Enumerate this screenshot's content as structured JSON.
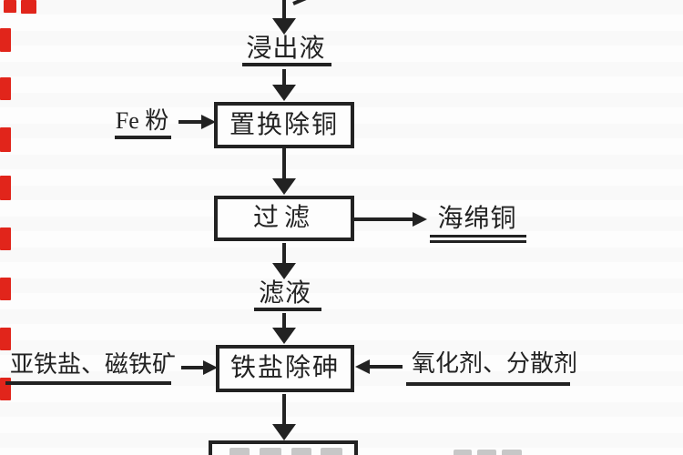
{
  "diagram": {
    "type": "flowchart",
    "nodes": {
      "displacement": {
        "label": "置换除铜"
      },
      "filtration": {
        "label": "过滤"
      },
      "arsenic_removal": {
        "label": "铁盐除砷"
      }
    },
    "stream_labels": {
      "leachate": "浸出液",
      "sponge_copper": "海绵铜",
      "filtrate": "滤液"
    },
    "reagent_labels": {
      "fe_powder": "Fe 粉",
      "ferrous_salt_magnetite": "亚铁盐、磁铁矿",
      "oxidant_dispersant": "氧化剂、分散剂"
    },
    "colors": {
      "ink": "#222222",
      "watermark_red": "#e1251b",
      "background": "#fdfdfd"
    }
  }
}
